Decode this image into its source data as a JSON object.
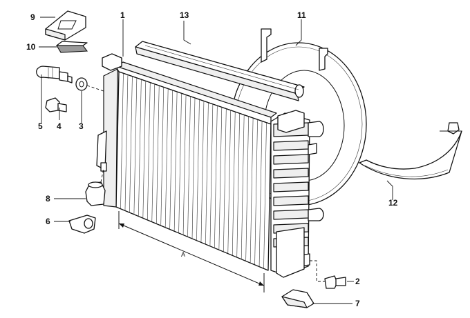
{
  "parts": [
    {
      "id": "p1",
      "number": "1",
      "icon": "radiator-core"
    },
    {
      "id": "p2",
      "number": "2",
      "icon": "hex-bolt"
    },
    {
      "id": "p3",
      "number": "3",
      "icon": "washer"
    },
    {
      "id": "p4",
      "number": "4",
      "icon": "screw-plug"
    },
    {
      "id": "p5",
      "number": "5",
      "icon": "temperature-switch"
    },
    {
      "id": "p6",
      "number": "6",
      "icon": "lower-mount"
    },
    {
      "id": "p7",
      "number": "7",
      "icon": "bracket"
    },
    {
      "id": "p8",
      "number": "8",
      "icon": "rubber-mount"
    },
    {
      "id": "p9",
      "number": "9",
      "icon": "retaining-clip"
    },
    {
      "id": "p10",
      "number": "10",
      "icon": "rubber-buffer"
    },
    {
      "id": "p11",
      "number": "11",
      "icon": "fan-shroud"
    },
    {
      "id": "p12",
      "number": "12",
      "icon": "shroud-lower-section"
    },
    {
      "id": "p13",
      "number": "13",
      "icon": "seal-strip"
    }
  ],
  "dimension_label": "A",
  "watermark": "",
  "colors": {
    "line": "#111111",
    "paper": "#ffffff",
    "shade": "#efefef"
  }
}
